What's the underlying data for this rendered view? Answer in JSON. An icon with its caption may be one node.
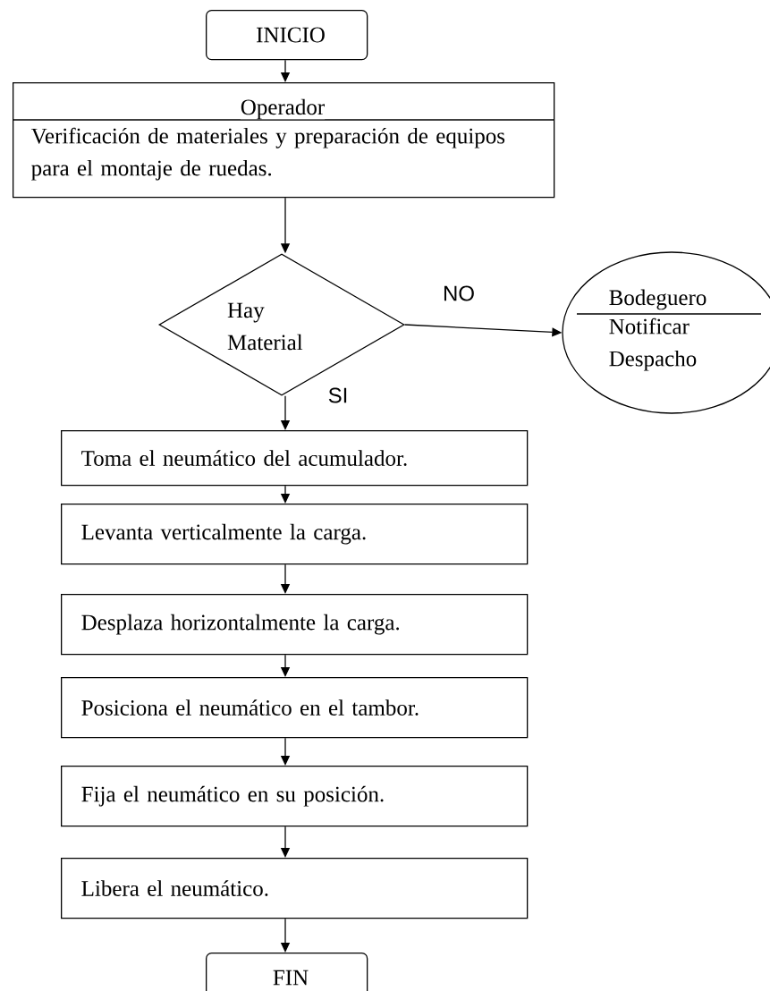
{
  "diagram": {
    "nodes": [
      {
        "text": [
          "INICIO"
        ]
      },
      {
        "text": [
          "Operador",
          "Verificación de materiales y preparación de equipos para el montaje de ruedas."
        ]
      },
      {
        "text": [
          "Hay Material"
        ]
      },
      {
        "text": [
          "Bodeguero",
          "Notificar Despacho"
        ]
      },
      {
        "text": [
          "Toma el neumático del acumulador."
        ]
      },
      {
        "text": [
          "Levanta verticalmente la carga."
        ]
      },
      {
        "text": [
          "Desplaza horizontalmente la carga."
        ]
      },
      {
        "text": [
          "Posiciona el neumático en el tambor."
        ]
      },
      {
        "text": [
          "Fija el neumático en su posición."
        ]
      },
      {
        "text": [
          "Libera el neumático."
        ]
      },
      {
        "text": [
          "FIN"
        ]
      }
    ],
    "edges": [
      {
        "from": 0,
        "to": 1,
        "arrow": "to"
      },
      {
        "from": 1,
        "to": 2,
        "arrow": "to"
      },
      {
        "from": 2,
        "to": 3,
        "arrow": "to",
        "label": "NO"
      },
      {
        "from": 2,
        "to": 4,
        "arrow": "to",
        "label": "SI"
      },
      {
        "from": 4,
        "to": 5,
        "arrow": "to"
      },
      {
        "from": 5,
        "to": 6,
        "arrow": "to"
      },
      {
        "from": 6,
        "to": 7,
        "arrow": "to"
      },
      {
        "from": 7,
        "to": 8,
        "arrow": "to"
      },
      {
        "from": 8,
        "to": 9,
        "arrow": "to"
      },
      {
        "from": 9,
        "to": 10,
        "arrow": "to"
      }
    ]
  }
}
